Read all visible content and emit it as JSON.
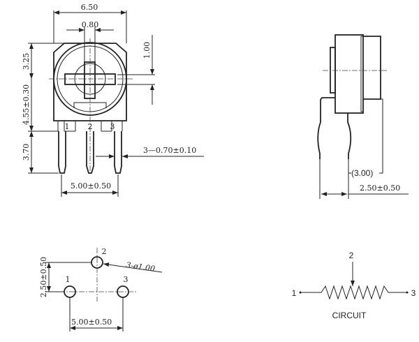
{
  "front_view": {
    "width": "6.50",
    "slot": "0.80",
    "slot_depth": "1.00",
    "top_to_center": "3.25",
    "center_to_base": "4.55±0.30",
    "pin_length": "3.70",
    "pin_spec": "3—0.70±0.10",
    "pin_pitch": "5.00±0.50",
    "pins": [
      "1",
      "2",
      "3"
    ]
  },
  "side_view": {
    "lead_length": "(3.00)",
    "lead_offset": "2.50±0.50"
  },
  "pcb_layout": {
    "row_offset": "2.50±0.50",
    "holes": "3-ø1.00",
    "pitch": "5.00±0.50",
    "pins": [
      "1",
      "2",
      "3"
    ]
  },
  "circuit": {
    "label": "CIRCUIT",
    "pin1": "1",
    "pin2": "2",
    "pin3": "3"
  }
}
